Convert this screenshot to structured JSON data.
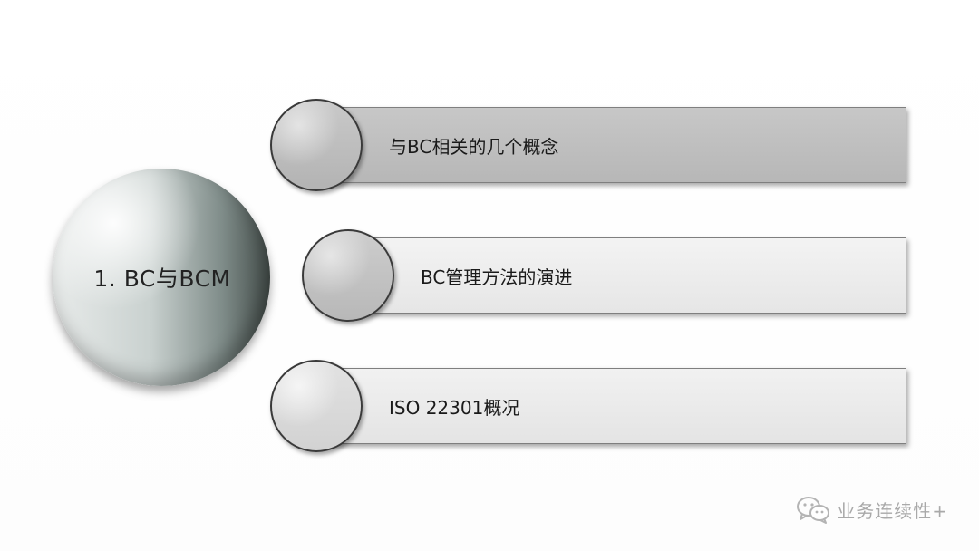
{
  "slide": {
    "main_topic": "1. BC与BCM",
    "items": [
      {
        "label": "与BC相关的几个概念"
      },
      {
        "label": "BC管理方法的演进"
      },
      {
        "label": "ISO 22301概况"
      }
    ]
  },
  "watermark": {
    "text": "业务连续性+",
    "icon": "wechat-icon"
  },
  "colors": {
    "bar_highlight": "#bdbdbd",
    "bar_normal": "#ececec",
    "circle_dark": "#434c49"
  }
}
